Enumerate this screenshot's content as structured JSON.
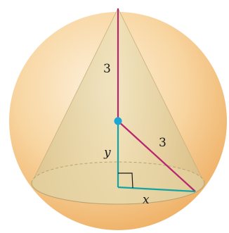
{
  "figure": {
    "labels": {
      "upper_segment": "3",
      "slant_segment": "3",
      "height_var": "y",
      "radius_var": "x"
    },
    "colors": {
      "sphere_light": "#fdf1dc",
      "sphere_mid": "#f7cf93",
      "sphere_dark": "#efb066",
      "cone_fill": "#e3cfa0",
      "magenta_segment": "#b8246e",
      "teal_segment": "#12a3a3",
      "center_dot": "#1ba6d6"
    }
  }
}
